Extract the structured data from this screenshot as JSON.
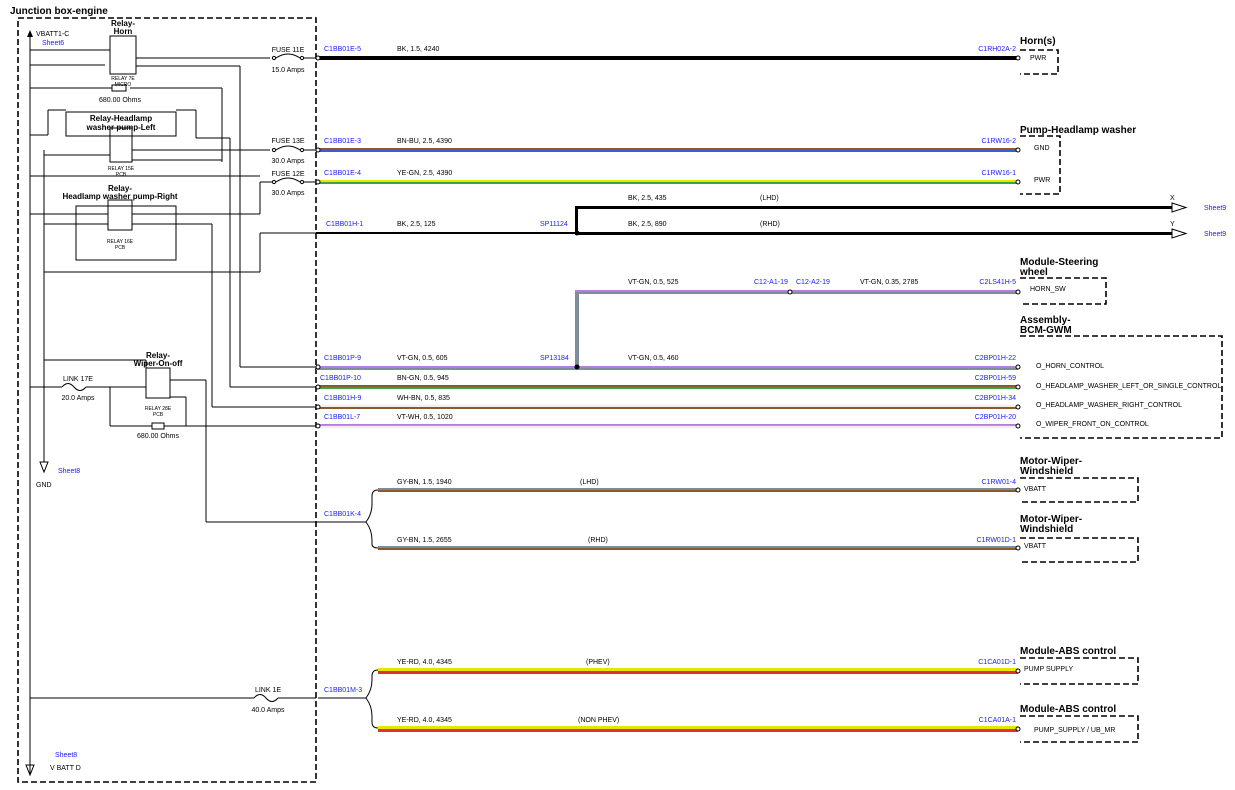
{
  "junction_box": {
    "title": "Junction box-engine",
    "vbatt1": "VBATT1-C",
    "sheet6": "Sheet6",
    "relay_horn": {
      "name_l1": "Relay-",
      "name_l2": "Horn",
      "ref_l1": "RELAY 7E",
      "ref_l2": "MICRO"
    },
    "res_horn": "680.00 Ohms",
    "relay_hl_left": {
      "name_l1": "Relay-Headlamp",
      "name_l2": "washer pump-Left",
      "ref_l1": "RELAY 15E",
      "ref_l2": "PCB"
    },
    "relay_hl_right": {
      "name_l1": "Relay-",
      "name_l2": "Headlamp washer pump-Right",
      "ref_l1": "RELAY 16E",
      "ref_l2": "PCB"
    },
    "relay_wiper": {
      "name_l1": "Relay-",
      "name_l2": "Wiper-On-off",
      "ref_l1": "RELAY 28E",
      "ref_l2": "PCB"
    },
    "res_wiper": "680.00 Ohms",
    "fuse11": {
      "name": "FUSE 11E",
      "rating": "15.0 Amps"
    },
    "fuse13": {
      "name": "FUSE 13E",
      "rating": "30.0 Amps"
    },
    "fuse12": {
      "name": "FUSE 12E",
      "rating": "30.0 Amps"
    },
    "link17": {
      "name": "LINK 17E",
      "rating": "20.0 Amps"
    },
    "link1": {
      "name": "LINK 1E",
      "rating": "40.0 Amps"
    },
    "gnd_sheet": "Sheet8",
    "gnd": "GND",
    "vbattd_sheet": "Sheet8",
    "vbattd": "V BATT D"
  },
  "wires": [
    {
      "from": "C1BB01E-5",
      "label": "BK,  1.5,  4240",
      "to": "C1RH02A-2"
    },
    {
      "from": "C1BB01E-3",
      "label": "BN-BU,  2.5,  4390",
      "to": "C1RW16-2"
    },
    {
      "from": "C1BB01E-4",
      "label": "YE-GN,  2.5,  4390",
      "to": "C1RW16-1"
    },
    {
      "from": "C1BB01H-1",
      "label": "BK,  2.5,  125",
      "splice": "SP11124",
      "up_label": "BK,  2.5,  435",
      "up_note": "(LHD)",
      "up_end": "X",
      "dn_label": "BK,  2.5,  890",
      "dn_note": "(RHD)",
      "dn_end": "Y",
      "sheet_x": "Sheet9",
      "sheet_y": "Sheet9"
    },
    {
      "label_top": "VT-GN,  0.5,  525",
      "c12a1": "C12-A1-19",
      "c12a2": "C12-A2-19",
      "label_top2": "VT-GN,  0.35,  2785",
      "to": "C2LS41H-5"
    },
    {
      "from": "C1BB01P-9",
      "label": "VT-GN,  0.5,  605",
      "splice": "SP13184",
      "label2": "VT-GN,  0.5,  460",
      "to": "C2BP01H-22"
    },
    {
      "from": "C1BB01P-10",
      "label": "BN-GN,  0.5,  945",
      "to": "C2BP01H-59"
    },
    {
      "from": "C1BB01H-9",
      "label": "WH-BN,  0.5,  835",
      "to": "C2BP01H-34"
    },
    {
      "from": "C1BB01L-7",
      "label": "VT-WH,  0.5,  1020",
      "to": "C2BP01H-20"
    },
    {
      "from": "C1BB01K-4",
      "up_label": "GY-BN,  1.5,  1940",
      "up_note": "(LHD)",
      "up_to": "C1RW01-4",
      "dn_label": "GY-BN,  1.5,  2655",
      "dn_note": "(RHD)",
      "dn_to": "C1RW01D-1"
    },
    {
      "from": "C1BB01M-3",
      "up_label": "YE-RD,  4.0,  4345",
      "up_note": "(PHEV)",
      "up_to": "C1CA01D-1",
      "dn_label": "YE-RD,  4.0,  4345",
      "dn_note": "(NON PHEV)",
      "dn_to": "C1CA01A-1"
    }
  ],
  "components": {
    "horn": {
      "title": "Horn(s)",
      "pin": "PWR"
    },
    "pump": {
      "title": "Pump-Headlamp washer",
      "pin1": "GND",
      "pin2": "PWR"
    },
    "steering": {
      "title_l1": "Module-Steering",
      "title_l2": "wheel",
      "pin": "HORN_SW"
    },
    "bcm": {
      "title_l1": "Assembly-",
      "title_l2": "BCM-GWM",
      "pins": [
        "O_HORN_CONTROL",
        "O_HEADLAMP_WASHER_LEFT_OR_SINGLE_CONTROL",
        "O_HEADLAMP_WASHER_RIGHT_CONTROL",
        "O_WIPER_FRONT_ON_CONTROL"
      ]
    },
    "wiper1": {
      "title_l1": "Motor-Wiper-",
      "title_l2": "Windshield",
      "pin": "VBATT"
    },
    "wiper2": {
      "title_l1": "Motor-Wiper-",
      "title_l2": "Windshield",
      "pin": "VBATT"
    },
    "abs1": {
      "title": "Module-ABS control",
      "pin": "PUMP SUPPLY"
    },
    "abs2": {
      "title": "Module-ABS control",
      "pin": "PUMP_SUPPLY / UB_MR"
    }
  },
  "colors": {
    "connector": "#1a1aff",
    "bk": "#000000",
    "vt": "#b57edc",
    "gn": "#3aa63a",
    "ye": "#e6e600",
    "bn": "#8b5a2b",
    "bu": "#3b5bdb",
    "gy": "#7f8c99",
    "wh": "#f2f2f2",
    "rd": "#e03131"
  }
}
